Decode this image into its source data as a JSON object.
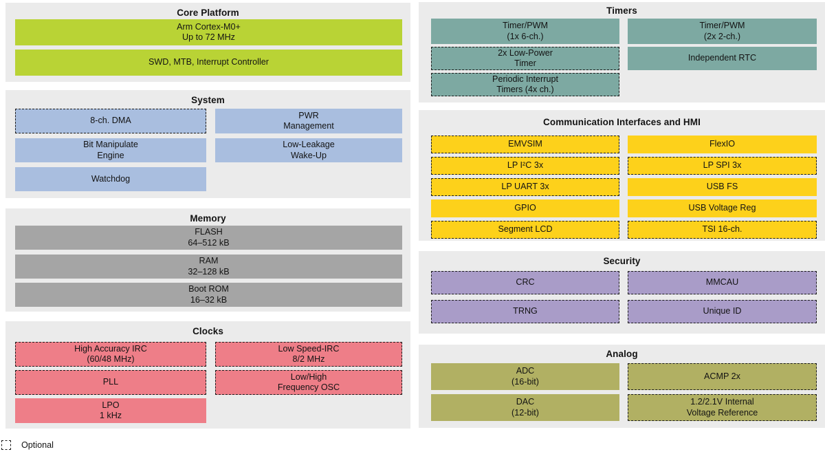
{
  "palette": {
    "core_platform": "#b9d335",
    "system": "#a9bedf",
    "memory": "#a5a5a5",
    "clocks": "#ee7e88",
    "timers": "#7da9a2",
    "comm": "#fdd11b",
    "security": "#a99cc8",
    "analog": "#b1b063",
    "panel_background": "#ebebeb",
    "optional_border": "#1a1a1a"
  },
  "legend": {
    "label": "Optional"
  },
  "sections": {
    "core_platform": {
      "title": "Core Platform",
      "blocks": {
        "cortex": "Arm Cortex-M0+\nUp to 72 MHz",
        "swd": "SWD, MTB, Interrupt Controller"
      }
    },
    "system": {
      "title": "System",
      "blocks": {
        "dma": "8-ch. DMA",
        "pwr": "PWR\nManagement",
        "bme": "Bit Manipulate\nEngine",
        "llwu": "Low-Leakage\nWake-Up",
        "watchdog": "Watchdog"
      }
    },
    "memory": {
      "title": "Memory",
      "blocks": {
        "flash": "FLASH\n64–512 kB",
        "ram": "RAM\n32–128 kB",
        "bootrom": "Boot ROM\n16–32 kB"
      }
    },
    "clocks": {
      "title": "Clocks",
      "blocks": {
        "hirc": "High Accuracy IRC\n(60/48 MHz)",
        "lirc": "Low Speed-IRC\n8/2 MHz",
        "pll": "PLL",
        "osc": "Low/High\nFrequency OSC",
        "lpo": "LPO\n1 kHz"
      }
    },
    "timers": {
      "title": "Timers",
      "blocks": {
        "tpm6": "Timer/PWM\n(1x 6-ch.)",
        "tpm2": "Timer/PWM\n(2x 2-ch.)",
        "lptmr": "2x Low-Power\nTimer",
        "rtc": "Independent RTC",
        "pit": "Periodic Interrupt\nTimers (4x ch.)"
      }
    },
    "comm": {
      "title": "Communication Interfaces and HMI",
      "blocks": {
        "emvsim": "EMVSIM",
        "flexio": "FlexIO",
        "lpi2c": "LP I²C 3x",
        "lpspi": "LP SPI 3x",
        "lpuart": "LP UART 3x",
        "usbfs": "USB FS",
        "gpio": "GPIO",
        "usbreg": "USB Voltage Reg",
        "slcd": "Segment LCD",
        "tsi": "TSI 16-ch."
      }
    },
    "security": {
      "title": "Security",
      "blocks": {
        "crc": "CRC",
        "mmcau": "MMCAU",
        "trng": "TRNG",
        "uid": "Unique ID"
      }
    },
    "analog": {
      "title": "Analog",
      "blocks": {
        "adc": "ADC\n(16-bit)",
        "acmp": "ACMP 2x",
        "dac": "DAC\n(12-bit)",
        "vref": "1.2/2.1V Internal\nVoltage Reference"
      }
    }
  }
}
